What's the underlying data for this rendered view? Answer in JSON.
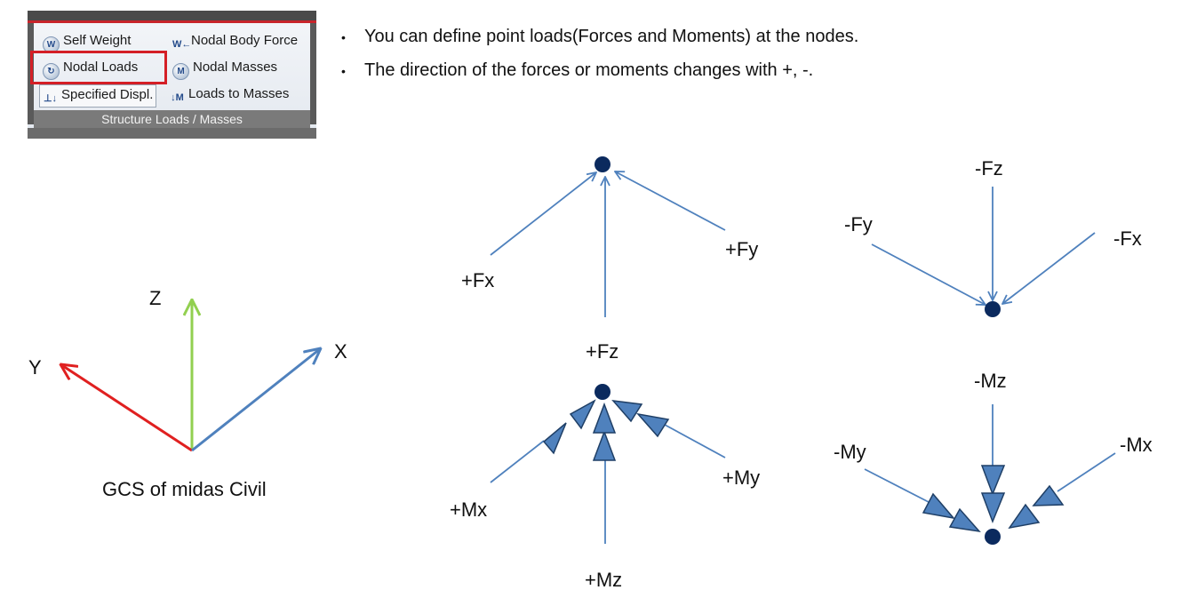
{
  "ribbon": {
    "buttons": {
      "self_weight": "Self Weight",
      "nodal_body_force": "Nodal Body Force",
      "nodal_loads": "Nodal Loads",
      "nodal_masses": "Nodal Masses",
      "specified_displ": "Specified Displ.",
      "loads_to_masses": "Loads to Masses"
    },
    "group_caption": "Structure Loads / Masses",
    "highlight_color": "#d41f26"
  },
  "bullets": [
    "You can define point loads(Forces and Moments) at the nodes.",
    "The direction of the forces or moments changes with +, -."
  ],
  "gcs": {
    "caption": "GCS of midas Civil",
    "axes": {
      "x": "X",
      "y": "Y",
      "z": "Z"
    },
    "colors": {
      "x": "#4f81bd",
      "y": "#e02020",
      "z": "#92d050"
    }
  },
  "labels": {
    "pos_fx": "+Fx",
    "pos_fy": "+Fy",
    "pos_fz": "+Fz",
    "neg_fx": "-Fx",
    "neg_fy": "-Fy",
    "neg_fz": "-Fz",
    "pos_mx": "+Mx",
    "pos_my": "+My",
    "pos_mz": "+Mz",
    "neg_mx": "-Mx",
    "neg_my": "-My",
    "neg_mz": "-Mz"
  },
  "colors": {
    "arrow": "#4f81bd",
    "node": "#0b2a5e",
    "arrowhead_fill": "#4f81bd"
  }
}
